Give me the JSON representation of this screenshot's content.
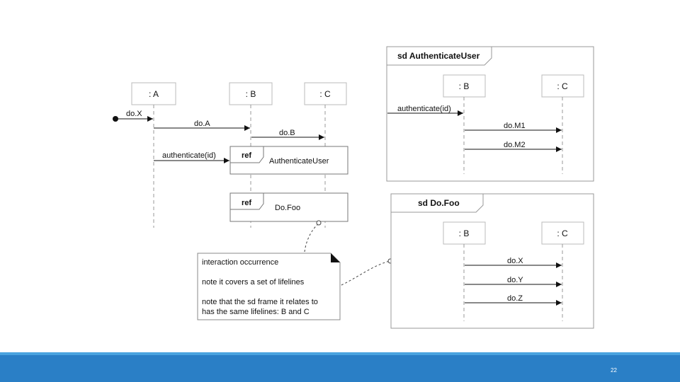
{
  "main_diagram": {
    "lifelines": {
      "a": ": A",
      "b": ": B",
      "c": ": C"
    },
    "messages": {
      "dox": "do.X",
      "doa": "do.A",
      "dob": "do.B",
      "authenticate": "authenticate(id)"
    },
    "ref_authenticate": {
      "tag": "ref",
      "label": "AuthenticateUser"
    },
    "ref_dofoo": {
      "tag": "ref",
      "label": "Do.Foo"
    }
  },
  "note": {
    "line1": "interaction occurrence",
    "line2": "note it covers a set of lifelines",
    "line3a": "note that the sd frame it relates to",
    "line3b": "has the same lifelines: B and C"
  },
  "sd_authenticate": {
    "title": "sd AuthenticateUser",
    "lifelines": {
      "b": ": B",
      "c": ": C"
    },
    "messages": {
      "authenticate": "authenticate(id)",
      "dom1": "do.M1",
      "dom2": "do.M2"
    }
  },
  "sd_dofoo": {
    "title": "sd Do.Foo",
    "lifelines": {
      "b": ": B",
      "c": ": C"
    },
    "messages": {
      "dox": "do.X",
      "doy": "do.Y",
      "doz": "do.Z"
    }
  },
  "footer": {
    "page_number": "22",
    "color": "#2a7fc6"
  }
}
